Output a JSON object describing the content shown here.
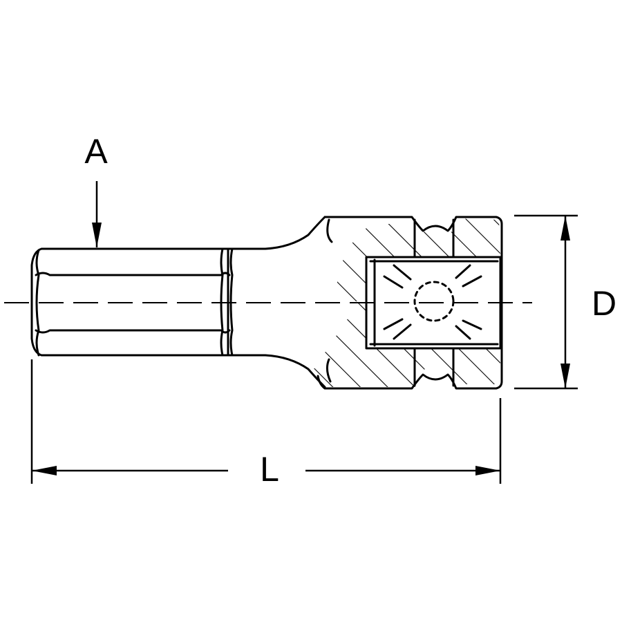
{
  "labels": {
    "hex_size": "A",
    "overall_length": "L",
    "socket_diameter": "D"
  },
  "colors": {
    "line": "#000000",
    "background": "#ffffff"
  }
}
